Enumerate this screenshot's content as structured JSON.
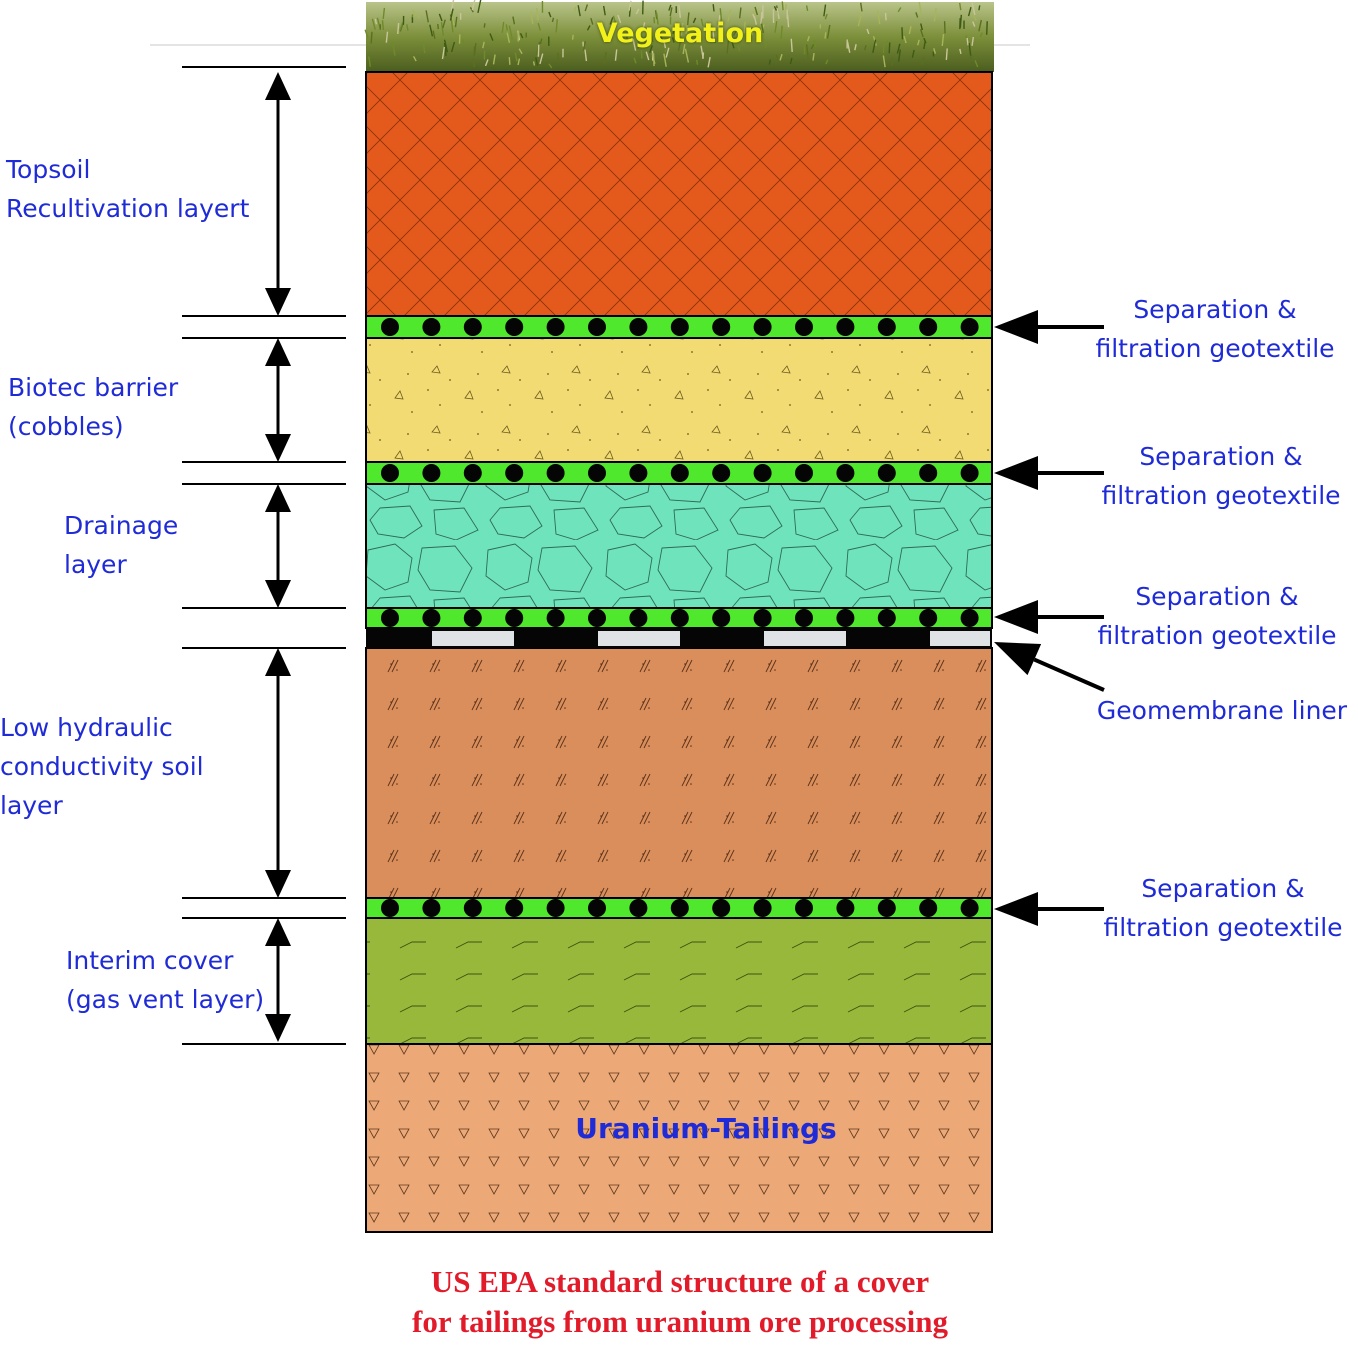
{
  "vegetation_label": "Vegetation",
  "tailings_label": "Uranium-Tailings",
  "left_labels": [
    {
      "lines": [
        "Topsoil",
        "Recultivation layert"
      ]
    },
    {
      "lines": [
        "Biotec barrier",
        "(cobbles)"
      ]
    },
    {
      "lines": [
        "Drainage",
        "layer"
      ]
    },
    {
      "lines": [
        "Low hydraulic",
        "conductivity soil",
        "layer"
      ]
    },
    {
      "lines": [
        "Interim cover",
        "(gas vent layer)"
      ]
    }
  ],
  "right_labels": [
    {
      "lines": [
        "Separation &",
        "filtration geotextile"
      ]
    },
    {
      "lines": [
        "Separation &",
        "filtration geotextile"
      ]
    },
    {
      "lines": [
        "Separation &",
        "filtration geotextile"
      ]
    },
    {
      "lines": [
        "Geomembrane liner"
      ]
    },
    {
      "lines": [
        "Separation &",
        "filtration geotextile"
      ]
    }
  ],
  "caption": {
    "line1": "US EPA standard structure of a cover",
    "line2": "for tailings from uranium ore processing"
  },
  "colors": {
    "label_blue": "#1f2bd6",
    "caption_red": "#e21b2a",
    "vegetation_text": "#f2f21a",
    "topsoil": "#e35a1c",
    "biotec_barrier": "#f2db72",
    "drainage": "#6fe3bc",
    "geotextile": "#4fe82c",
    "low_conductivity": "#d98e5c",
    "interim_cover": "#97b83a",
    "tailings": "#eda878"
  }
}
